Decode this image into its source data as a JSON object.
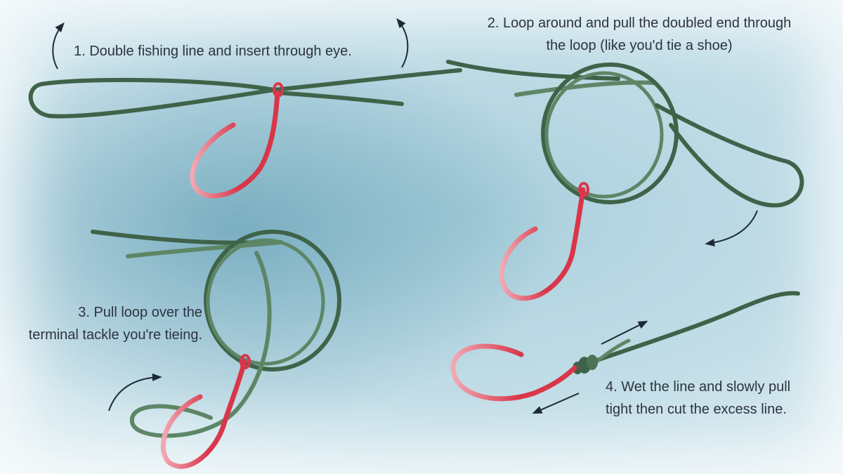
{
  "steps": [
    {
      "lines": [
        "1. Double fishing line and insert through eye."
      ]
    },
    {
      "lines": [
        "2. Loop around and pull the doubled end through",
        "the loop (like you'd tie a shoe)"
      ]
    },
    {
      "lines": [
        "3. Pull loop over the",
        "terminal tackle you're tieing."
      ]
    },
    {
      "lines": [
        "4. Wet the line and slowly pull",
        "tight then cut the excess line."
      ]
    }
  ],
  "colors": {
    "line": "#3f6349",
    "line_light": "#5d8666",
    "hook": "#d9364a",
    "hook_tip": "#f2a9b4",
    "arrow": "#1d2a33",
    "text": "#2c3340"
  },
  "icons": [
    "fishing-hook-icon",
    "curved-arrow-icon",
    "straight-arrow-icon"
  ]
}
